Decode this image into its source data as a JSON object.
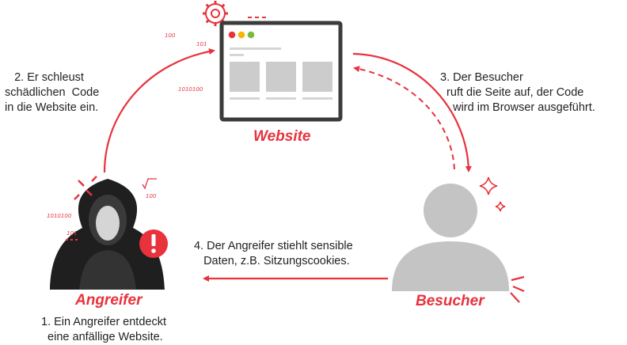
{
  "colors": {
    "accent": "#e8323c",
    "monitor_frame": "#3b3b3b",
    "hacker_dark": "#1f1f1f",
    "visitor_gray": "#c4c4c4",
    "dot_red": "#e8323c",
    "dot_yellow": "#f5b800",
    "dot_green": "#79b93c"
  },
  "icons": [
    "gear-icon",
    "browser-window-icon",
    "hooded-hacker-icon",
    "alert-icon",
    "visitor-person-icon",
    "sparkle-icon"
  ],
  "labels": {
    "website": "Website",
    "attacker": "Angreifer",
    "visitor": "Besucher"
  },
  "steps": {
    "step1": "1. Ein Angreifer entdeckt\n  eine anfällige Website.",
    "step2": "   2. Er schleust\nschädlichen  Code\nin die Website ein.",
    "step3": "3. Der Besucher\n  ruft die Seite auf, der Code\n    wird im Browser ausgeführt.",
    "step4": "4. Der Angreifer stiehlt sensible\n   Daten, z.B. Sitzungscookies."
  },
  "binary_decorations": {
    "b1": "100",
    "b2": "101",
    "b3": "1010100",
    "b4": "1010100",
    "b5": "101",
    "b6": "100"
  }
}
